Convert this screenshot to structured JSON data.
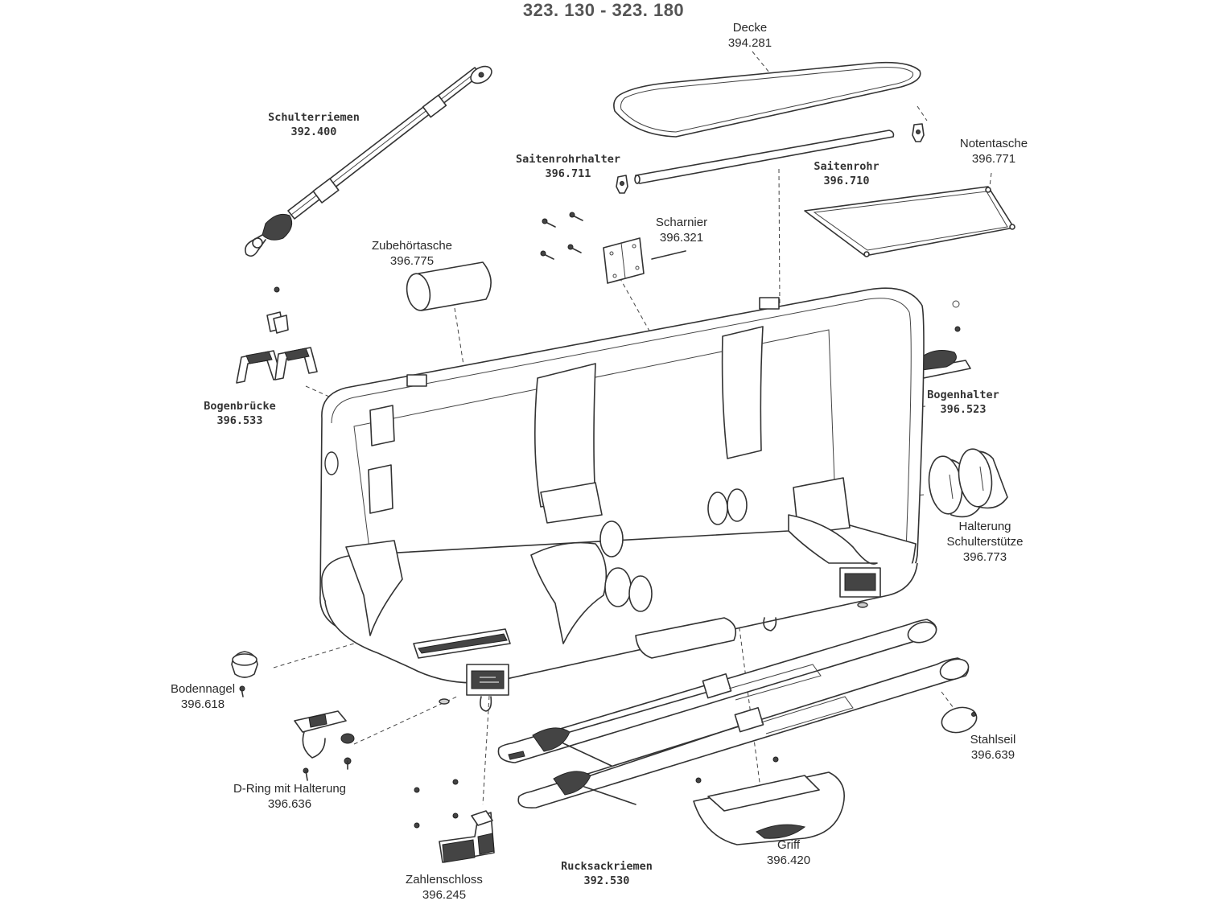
{
  "title": "323. 130 - 323. 180",
  "parts": [
    {
      "key": "decke",
      "name": "Decke",
      "number": "394.281",
      "style": "regular"
    },
    {
      "key": "schulterriemen",
      "name": "Schulterriemen",
      "number": "392.400",
      "style": "mono"
    },
    {
      "key": "saitenrohrhalter",
      "name": "Saitenrohrhalter",
      "number": "396.711",
      "style": "mono"
    },
    {
      "key": "saitenrohr",
      "name": "Saitenrohr",
      "number": "396.710",
      "style": "mono"
    },
    {
      "key": "notentasche",
      "name": "Notentasche",
      "number": "396.771",
      "style": "regular"
    },
    {
      "key": "scharnier",
      "name": "Scharnier",
      "number": "396.321",
      "style": "regular"
    },
    {
      "key": "zubehoertasche",
      "name": "Zubehörtasche",
      "number": "396.775",
      "style": "regular"
    },
    {
      "key": "bogenbruecke",
      "name": "Bogenbrücke",
      "number": "396.533",
      "style": "mono"
    },
    {
      "key": "bogenhalter",
      "name": "Bogenhalter",
      "number": "396.523",
      "style": "mono"
    },
    {
      "key": "halterung",
      "name": "Halterung",
      "name2": "Schulterstütze",
      "number": "396.773",
      "style": "regular"
    },
    {
      "key": "bodennagel",
      "name": "Bodennagel",
      "number": "396.618",
      "style": "regular"
    },
    {
      "key": "dring",
      "name": "D-Ring mit Halterung",
      "number": "396.636",
      "style": "regular"
    },
    {
      "key": "stahlseil",
      "name": "Stahlseil",
      "number": "396.639",
      "style": "regular"
    },
    {
      "key": "griff",
      "name": "Griff",
      "number": "396.420",
      "style": "regular"
    },
    {
      "key": "rucksackriemen",
      "name": "Rucksackriemen",
      "number": "392.530",
      "style": "mono"
    },
    {
      "key": "zahlenschloss",
      "name": "Zahlenschloss",
      "number": "396.245",
      "style": "regular"
    }
  ]
}
